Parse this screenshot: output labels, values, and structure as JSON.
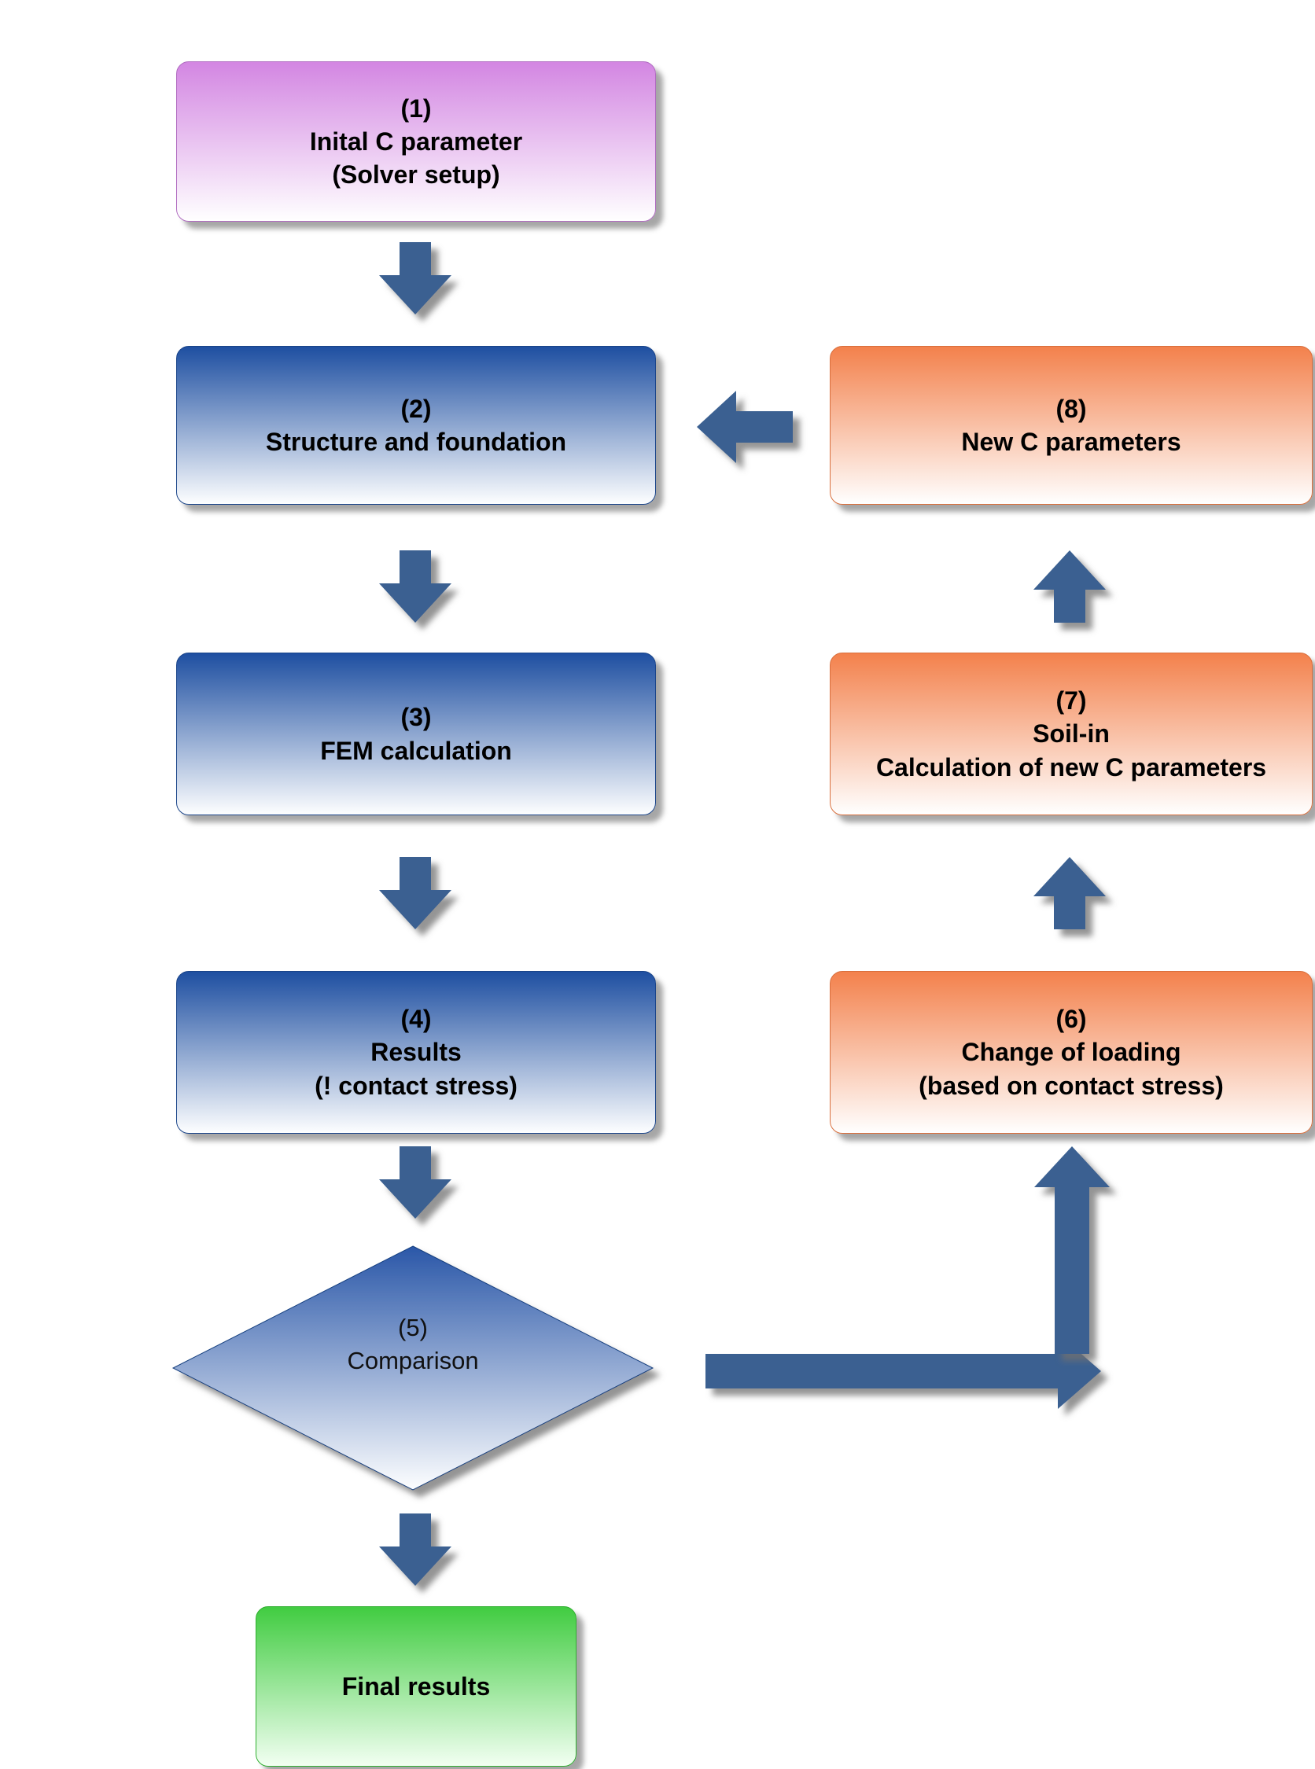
{
  "colors": {
    "purple_top": "#D386E2",
    "blue_top": "#1E4FA1",
    "orange_top": "#F3814C",
    "green_top": "#41CC41",
    "arrow": "#3A6191"
  },
  "nodes": {
    "node1": {
      "line1": "(1)",
      "line2": "Inital C parameter",
      "line3": "(Solver setup)"
    },
    "node2": {
      "line1": "(2)",
      "line2": "Structure and foundation"
    },
    "node3": {
      "line1": "(3)",
      "line2": "FEM calculation"
    },
    "node4": {
      "line1": "(4)",
      "line2": "Results",
      "line3": "(! contact stress)"
    },
    "node5": {
      "line1": "(5)",
      "line2": "Comparison"
    },
    "node6": {
      "line1": "(6)",
      "line2": "Change of loading",
      "line3": "(based on contact stress)"
    },
    "node7": {
      "line1": "(7)",
      "line2": "Soil-in",
      "line3": "Calculation of new C parameters"
    },
    "node8": {
      "line1": "(8)",
      "line2": "New C parameters"
    },
    "final": {
      "line1": "Final results"
    }
  }
}
